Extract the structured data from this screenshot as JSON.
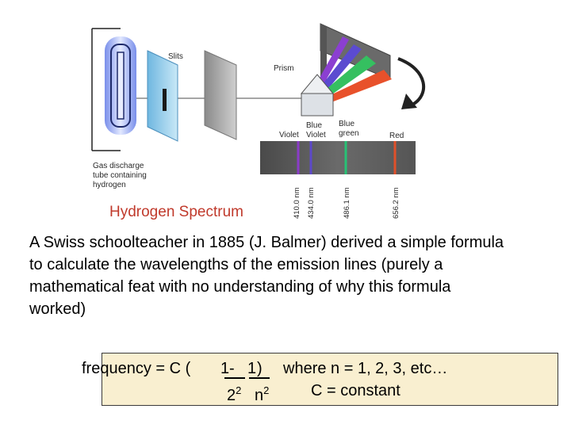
{
  "figure": {
    "labels": {
      "slits": "Slits",
      "prism": "Prism",
      "violet": "Violet",
      "blue_violet": "Blue\nViolet",
      "blue_green": "Blue\ngreen",
      "red": "Red",
      "tube": "Gas discharge\ntube containing\nhydrogen"
    },
    "wavelengths": [
      "410.0 nm",
      "434.0 nm",
      "486.1 nm",
      "656.2 nm"
    ],
    "line_colors": [
      "#8a3cc8",
      "#5d49c9",
      "#27c275",
      "#e0502a"
    ],
    "title": "Hydrogen Spectrum"
  },
  "paragraph": "A Swiss schoolteacher in 1885 (J. Balmer) derived a simple formula to calculate the wavelengths of the emission lines (purely a mathematical feat with no understanding of why this formula worked)",
  "formula": {
    "prefix": "frequency = C ( ",
    "num1": "1",
    "minus": " - ",
    "num2": "1",
    "close": " )",
    "where": "where n = 1, 2, 3, etc…",
    "den1_base": "2",
    "den1_exp": "2",
    "den2_base": "n",
    "den2_exp": "2",
    "constant": "C = constant"
  },
  "colors": {
    "title": "#c0392b",
    "box_bg": "#f9efd0"
  }
}
